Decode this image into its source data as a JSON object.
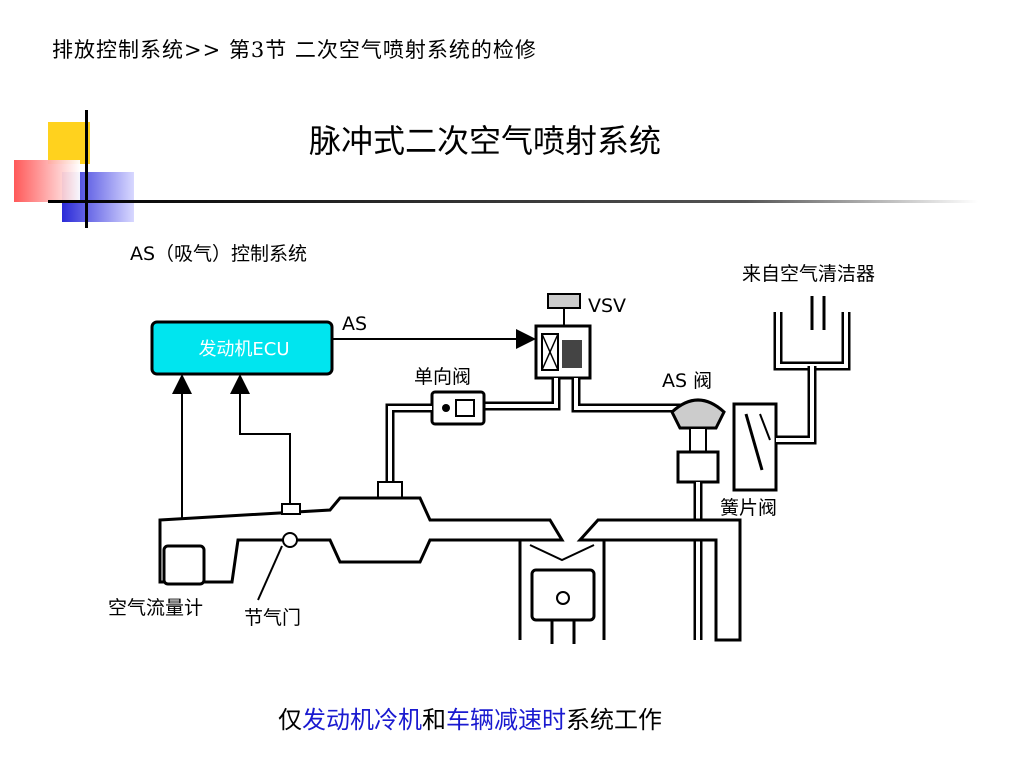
{
  "header": {
    "breadcrumb": "排放控制系统>> 第3节 二次空气喷射系统的检修",
    "title": "脉冲式二次空气喷射系统"
  },
  "diagram": {
    "system_label": "AS（吸气）控制系统",
    "ecu_label": "发动机ECU",
    "as_signal_label": "AS",
    "vsv_label": "VSV",
    "from_cleaner_label": "来自空气清洁器",
    "check_valve_label": "单向阀",
    "as_valve_label": "AS 阀",
    "reed_valve_label": "簧片阀",
    "airflow_meter_label": "空气流量计",
    "throttle_label": "节气门",
    "ecu_color": "#00e5ef",
    "accent_color": "#1a1ad0"
  },
  "footer": {
    "prefix": "仅",
    "highlight1": "发动机冷机",
    "middle": "和",
    "highlight2": "车辆减速时",
    "suffix": "系统工作"
  }
}
